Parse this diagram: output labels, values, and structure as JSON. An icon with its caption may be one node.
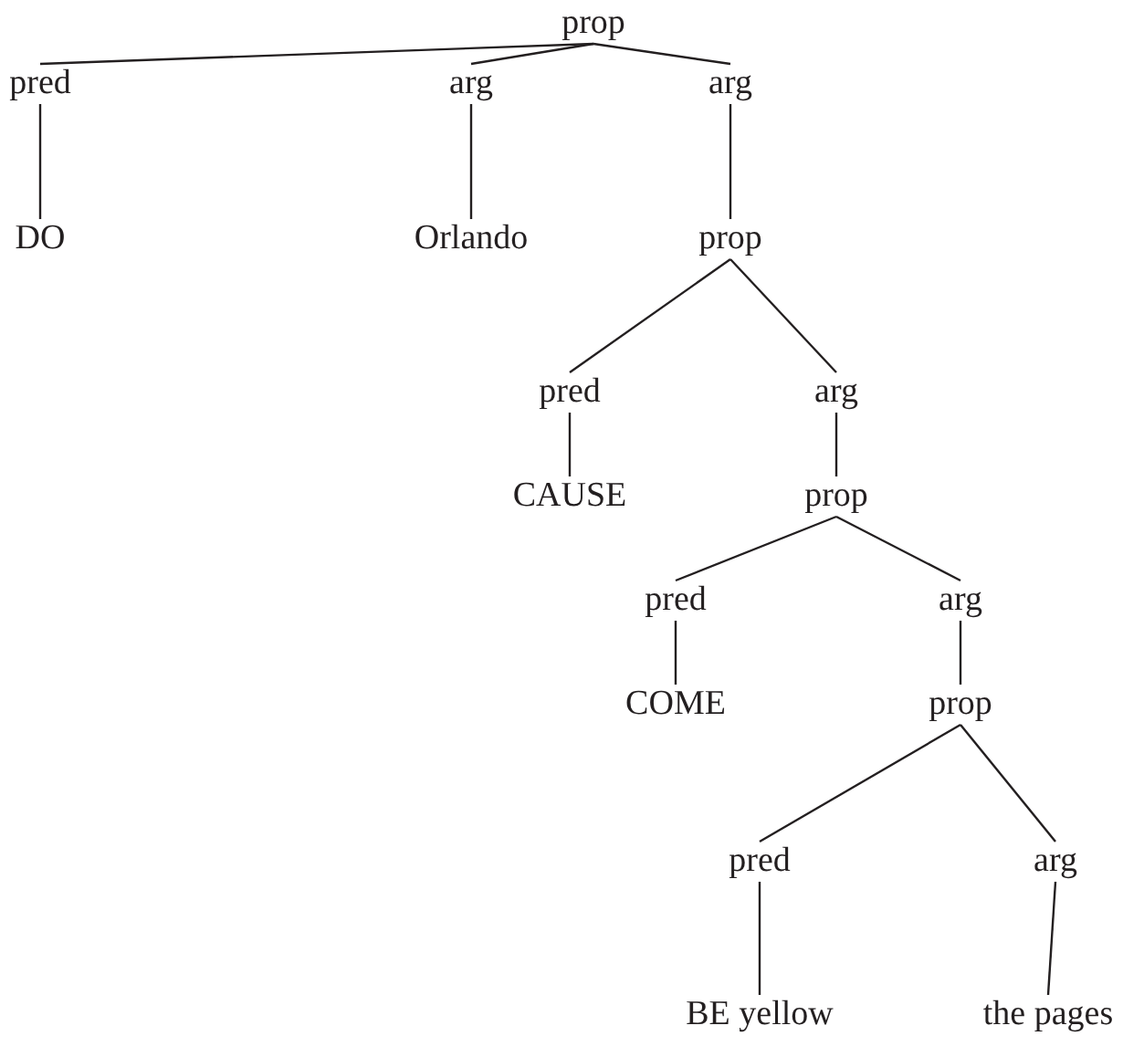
{
  "diagram": {
    "nodes": [
      {
        "text": [
          "prop"
        ]
      },
      {
        "text": [
          "pred"
        ]
      },
      {
        "text": [
          "arg"
        ]
      },
      {
        "text": [
          "arg"
        ]
      },
      {
        "text": [
          "DO"
        ]
      },
      {
        "text": [
          "Orlando"
        ]
      },
      {
        "text": [
          "prop"
        ]
      },
      {
        "text": [
          "pred"
        ]
      },
      {
        "text": [
          "arg"
        ]
      },
      {
        "text": [
          "CAUSE"
        ]
      },
      {
        "text": [
          "prop"
        ]
      },
      {
        "text": [
          "pred"
        ]
      },
      {
        "text": [
          "arg"
        ]
      },
      {
        "text": [
          "COME"
        ]
      },
      {
        "text": [
          "prop"
        ]
      },
      {
        "text": [
          "pred"
        ]
      },
      {
        "text": [
          "arg"
        ]
      },
      {
        "text": [
          "BE yellow"
        ]
      },
      {
        "text": [
          "the pages"
        ]
      }
    ],
    "edges": [
      {
        "from": 0,
        "to": 1,
        "arrow": "none"
      },
      {
        "from": 0,
        "to": 2,
        "arrow": "none"
      },
      {
        "from": 0,
        "to": 3,
        "arrow": "none"
      },
      {
        "from": 1,
        "to": 4,
        "arrow": "none"
      },
      {
        "from": 2,
        "to": 5,
        "arrow": "none"
      },
      {
        "from": 3,
        "to": 6,
        "arrow": "none"
      },
      {
        "from": 6,
        "to": 7,
        "arrow": "none"
      },
      {
        "from": 6,
        "to": 8,
        "arrow": "none"
      },
      {
        "from": 7,
        "to": 9,
        "arrow": "none"
      },
      {
        "from": 8,
        "to": 10,
        "arrow": "none"
      },
      {
        "from": 10,
        "to": 11,
        "arrow": "none"
      },
      {
        "from": 10,
        "to": 12,
        "arrow": "none"
      },
      {
        "from": 11,
        "to": 13,
        "arrow": "none"
      },
      {
        "from": 12,
        "to": 14,
        "arrow": "none"
      },
      {
        "from": 14,
        "to": 15,
        "arrow": "none"
      },
      {
        "from": 14,
        "to": 16,
        "arrow": "none"
      },
      {
        "from": 15,
        "to": 17,
        "arrow": "none"
      },
      {
        "from": 16,
        "to": 18,
        "arrow": "none"
      }
    ]
  }
}
